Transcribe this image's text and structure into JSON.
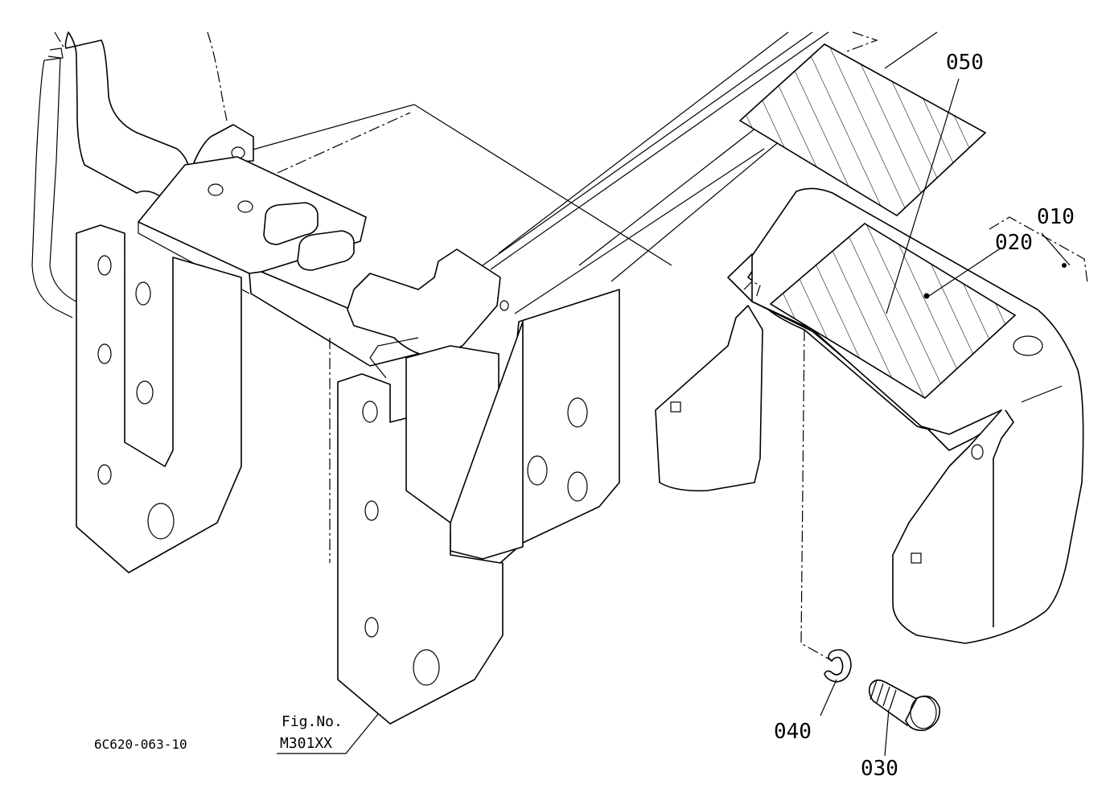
{
  "part_labels": {
    "p010": "010",
    "p020": "020",
    "p030": "030",
    "p040": "040",
    "p050": "050"
  },
  "figure": {
    "fig_label": "Fig.No.",
    "fig_number": "M301XX",
    "drawing_code": "6C620-063-10"
  },
  "icons": [
    "bolt-icon",
    "washer-icon",
    "decal-icon",
    "cover-icon"
  ]
}
